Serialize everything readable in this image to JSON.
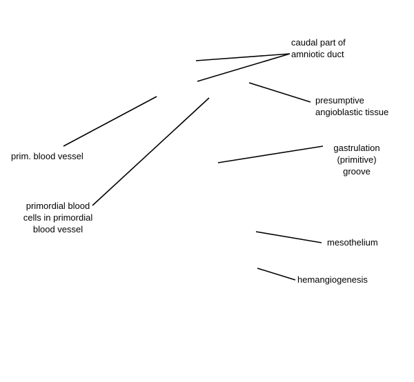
{
  "labels": {
    "amniotic_duct": [
      "caudal part of",
      "amniotic duct"
    ],
    "angioblastic": [
      "presumptive",
      "angioblastic tissue"
    ],
    "prim_vessel": [
      "prim. blood vessel"
    ],
    "gastrulation": [
      "gastrulation",
      "(primitive)",
      "groove"
    ],
    "primordial_cells": [
      "primordial blood",
      "cells in primordial",
      "blood vessel"
    ],
    "mesothelium": [
      "mesothelium"
    ],
    "hemangiogenesis": [
      "hemangiogenesis"
    ]
  },
  "colors": {
    "line": "#000000",
    "text": "#000000",
    "background": "#ffffff"
  }
}
